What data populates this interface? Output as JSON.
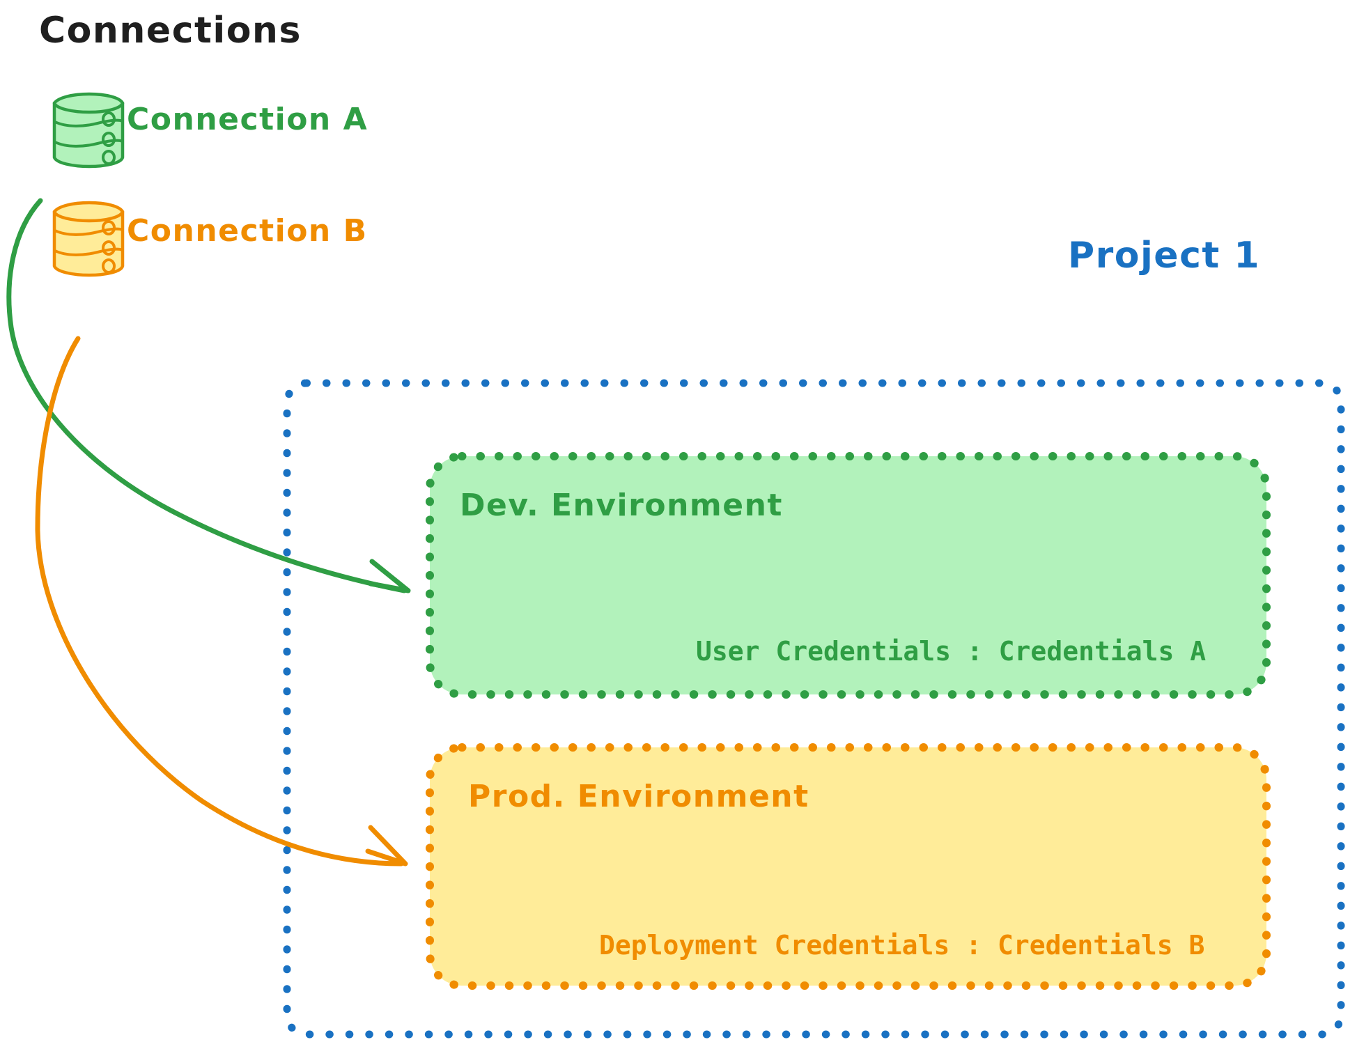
{
  "diagram": {
    "title": "Connections",
    "theme": {
      "green_stroke": "#2f9e44",
      "green_fill": "#b2f2bb",
      "orange_stroke": "#f08c00",
      "orange_fill": "#ffec99",
      "blue_stroke": "#1971c2",
      "title_color": "#1f1f1f",
      "background": "#ffffff"
    },
    "connections": [
      {
        "id": "connection-a",
        "label": "Connection A",
        "icon": "database-cylinder-icon",
        "color": "#2f9e44",
        "fill": "#b2f2bb",
        "targets": "dev-environment"
      },
      {
        "id": "connection-b",
        "label": "Connection B",
        "icon": "database-cylinder-icon",
        "color": "#f08c00",
        "fill": "#ffec99",
        "targets": "prod-environment"
      }
    ],
    "project": {
      "label": "Project 1",
      "color": "#1971c2",
      "border_style": "dotted",
      "environments": [
        {
          "id": "dev-environment",
          "label": "Dev. Environment",
          "color": "#2f9e44",
          "fill": "#b2f2bb",
          "border_style": "dotted",
          "credential_label": "User Credentials",
          "credential_separator": ":",
          "credential_value": "Credentials A",
          "credential_line": "User Credentials : Credentials A"
        },
        {
          "id": "prod-environment",
          "label": "Prod. Environment",
          "color": "#f08c00",
          "fill": "#ffec99",
          "border_style": "dotted",
          "credential_label": "Deployment Credentials",
          "credential_separator": ":",
          "credential_value": "Credentials B",
          "credential_line": "Deployment Credentials : Credentials B"
        }
      ]
    },
    "arrows": [
      {
        "id": "arrow-a-to-dev",
        "from": "connection-a",
        "to": "dev-environment",
        "color": "#2f9e44"
      },
      {
        "id": "arrow-b-to-prod",
        "from": "connection-b",
        "to": "prod-environment",
        "color": "#f08c00"
      }
    ]
  }
}
